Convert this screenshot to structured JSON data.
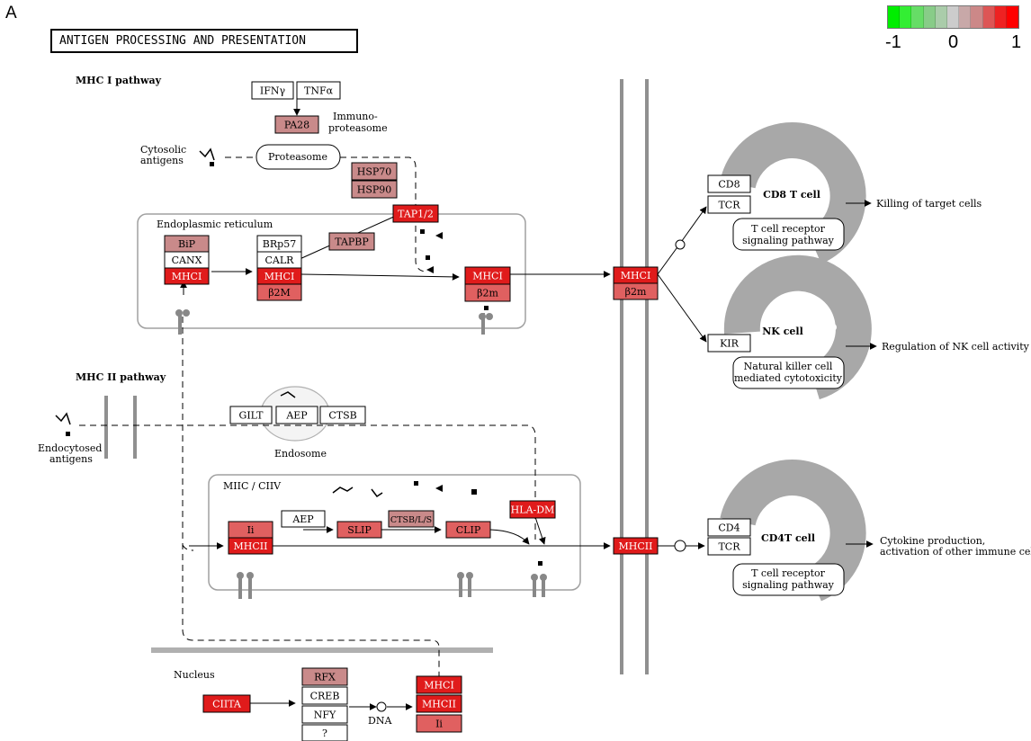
{
  "panel_letter": "A",
  "title": "ANTIGEN PROCESSING AND PRESENTATION",
  "scale": {
    "labels": [
      "-1",
      "0",
      "1"
    ],
    "colors": [
      "#00ee00",
      "#33ee33",
      "#66dd66",
      "#88cc88",
      "#aaccaa",
      "#cccccc",
      "#c8a8a8",
      "#cc8888",
      "#dd5555",
      "#ee2222",
      "#ff0000"
    ]
  },
  "colors": {
    "red": "#e01b1b",
    "medium": "#e06060",
    "light": "#c98a8a",
    "white": "#ffffff",
    "gray": "#a0a0a0",
    "dark_gray": "#808080"
  },
  "pathway_labels": {
    "mhc1": "MHC I pathway",
    "mhc2": "MHC II pathway",
    "immuno_line1": "Immuno-",
    "immuno_line2": "proteasome",
    "cytosolic_line1": "Cytosolic",
    "cytosolic_line2": "antigens",
    "er": "Endoplasmic reticulum",
    "endocytosed_line1": "Endocytosed",
    "endocytosed_line2": "antigens",
    "endosome": "Endosome",
    "miic": "MIIC / CIIV",
    "nucleus": "Nucleus",
    "dna": "DNA",
    "proteasome": "Proteasome"
  },
  "nodes": {
    "ifng": "IFNγ",
    "tnfa": "TNFα",
    "pa28": "PA28",
    "hsp70": "HSP70",
    "hsp90": "HSP90",
    "tap": "TAP1/2",
    "tapbp": "TAPBP",
    "bip": "BiP",
    "canx": "CANX",
    "mhci_er": "MHCI",
    "brp57": "BRp57",
    "calr": "CALR",
    "mhci_er2": "MHCI",
    "b2m_er2": "β2M",
    "mhci_er3": "MHCI",
    "b2m_er3": "β2m",
    "mhci_mem": "MHCI",
    "b2m_mem": "β2m",
    "gilt": "GILT",
    "aep_endo": "AEP",
    "ctsb": "CTSB",
    "ii": "Ii",
    "mhcii_miic": "MHCII",
    "aep_miic": "AEP",
    "slip": "SLIP",
    "ctsbls": "CTSB/L/S",
    "clip": "CLIP",
    "hladm": "HLA-DM",
    "mhcii_mem": "MHCII",
    "cd8": "CD8",
    "tcr1": "TCR",
    "kir": "KIR",
    "cd4": "CD4",
    "tcr2": "TCR",
    "ciita": "CIITA",
    "rfx": "RFX",
    "creb": "CREB",
    "nfy": "NFY",
    "q": "?",
    "mhci_nuc": "MHCI",
    "mhcii_nuc": "MHCII",
    "ii_nuc": "Ii"
  },
  "cells": {
    "cd8_title": "CD8 T cell",
    "cd8_path_line1": "T cell receptor",
    "cd8_path_line2": "signaling pathway",
    "cd8_outcome": "Killing of target cells",
    "nk_title": "NK cell",
    "nk_path_line1": "Natural killer cell",
    "nk_path_line2": "mediated cytotoxicity",
    "nk_outcome": "Regulation of NK cell activity",
    "cd4_title": "CD4T cell",
    "cd4_path_line1": "T cell receptor",
    "cd4_path_line2": "signaling pathway",
    "cd4_outcome_line1": "Cytokine production,",
    "cd4_outcome_line2": "activation of other immune cells"
  }
}
